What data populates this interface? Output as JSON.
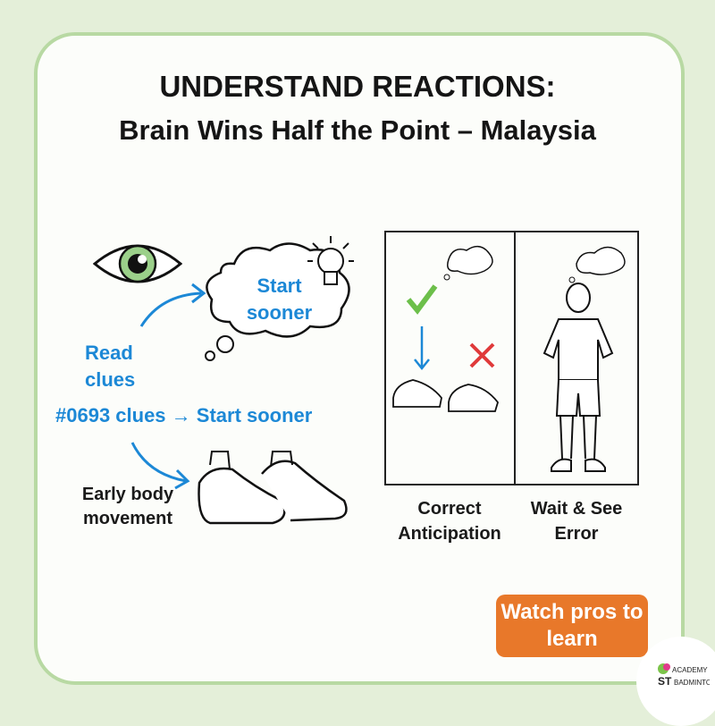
{
  "title": {
    "line1": "UNDERSTAND REACTIONS:",
    "line2": "Brain Wins Half the Point – Malaysia"
  },
  "left": {
    "thought": "Start sooner",
    "read_clues": "Read clues",
    "flow": "#0693 clues → Start sooner",
    "early": "Early body movement"
  },
  "panels": {
    "correct": "Correct Anticipation",
    "wait": "Wait & See Error"
  },
  "cta": {
    "label": "Watch pros to learn"
  },
  "logo": {
    "text": "ST ACADEMY BADMINTON"
  },
  "colors": {
    "accent_blue": "#1c88d6",
    "cta_orange": "#e8782a",
    "border_green": "#b8d9a3",
    "check_green": "#6cbf4a",
    "cross_red": "#e03a3a"
  }
}
